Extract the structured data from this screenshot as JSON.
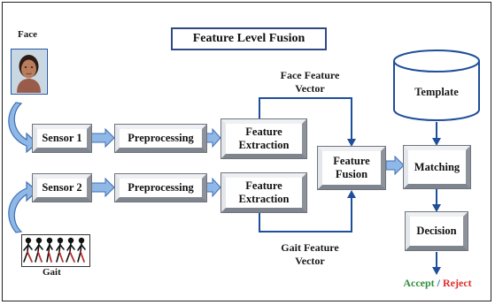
{
  "title": "Feature Level Fusion",
  "labels": {
    "face": "Face",
    "gait": "Gait",
    "face_feature_vector_1": "Face Feature",
    "face_feature_vector_2": "Vector",
    "gait_feature_vector_1": "Gait Feature",
    "gait_feature_vector_2": "Vector",
    "accept": "Accept",
    "slash": " / ",
    "reject": "Reject"
  },
  "blocks": {
    "sensor1": "Sensor 1",
    "sensor2": "Sensor 2",
    "preprocessing1": "Preprocessing",
    "preprocessing2": "Preprocessing",
    "feature_extraction1_l1": "Feature",
    "feature_extraction1_l2": "Extraction",
    "feature_extraction2_l1": "Feature",
    "feature_extraction2_l2": "Extraction",
    "feature_fusion_l1": "Feature",
    "feature_fusion_l2": "Fusion",
    "matching": "Matching",
    "template": "Template",
    "decision": "Decision"
  },
  "icons": {
    "face_photo": "face-photo-icon",
    "gait_figures": "walking-figures-icon",
    "database": "cylinder-database-icon"
  },
  "colors": {
    "arrow_fill": "#8fb8e6",
    "arrow_stroke": "#3e6fb4",
    "connector": "#1f4e9a",
    "accept": "#2f8f3a",
    "reject": "#e02b2b",
    "title_border": "#2f4a84"
  }
}
